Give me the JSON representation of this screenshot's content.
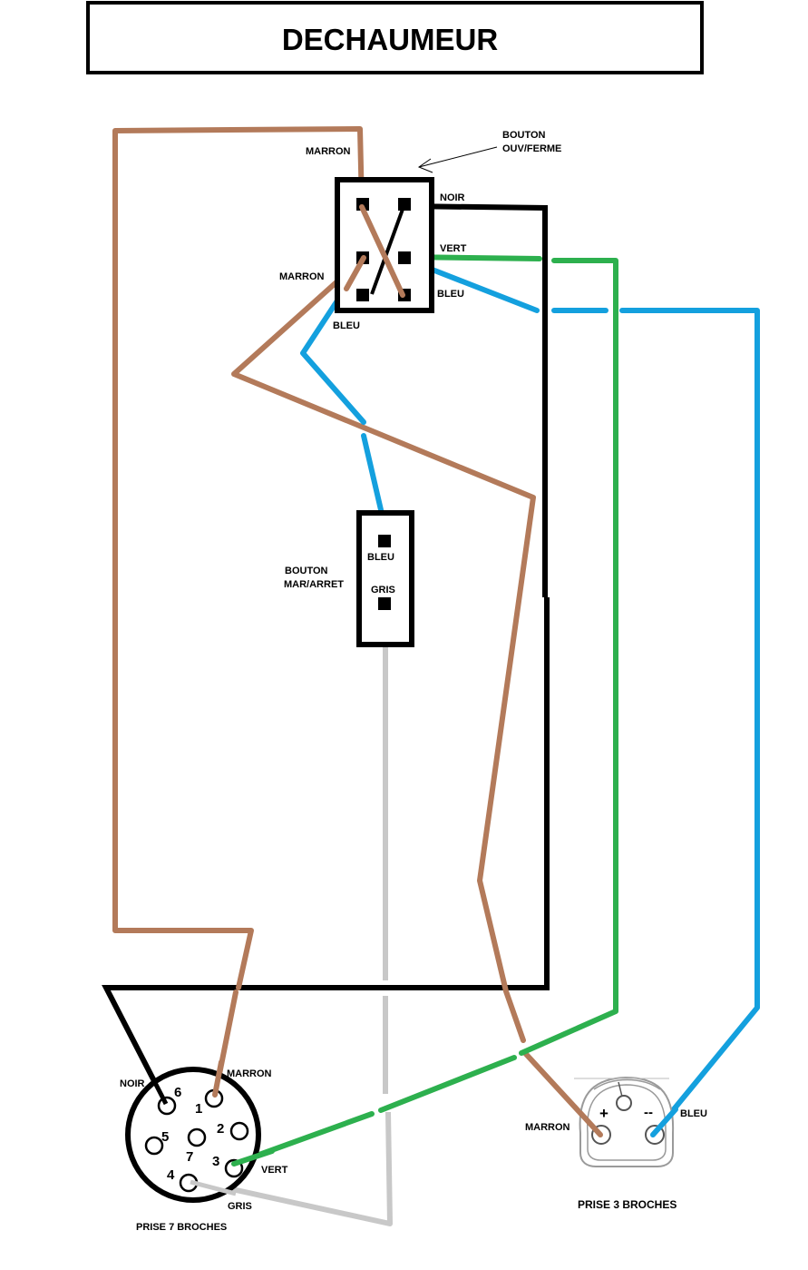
{
  "title": "DECHAUMEUR",
  "colors": {
    "marron": "#b37a5a",
    "noir": "#000000",
    "vert": "#2db04e",
    "bleu": "#14a0de",
    "gris": "#c8c8c8"
  },
  "switch_ouv_ferme": {
    "label_line1": "BOUTON",
    "label_line2": "OUV/FERME",
    "labels": {
      "marron_top": "MARRON",
      "noir": "NOIR",
      "vert": "VERT",
      "marron_left": "MARRON",
      "bleu_right": "BLEU",
      "bleu_bottom": "BLEU"
    }
  },
  "switch_mar_arret": {
    "label_line1": "BOUTON",
    "label_line2": "MAR/ARRET",
    "labels": {
      "bleu": "BLEU",
      "gris": "GRIS"
    }
  },
  "plug_7": {
    "caption": "PRISE 7 BROCHES",
    "pins": [
      "6",
      "1",
      "5",
      "2",
      "7",
      "3",
      "4"
    ],
    "labels": {
      "noir": "NOIR",
      "marron": "MARRON",
      "vert": "VERT",
      "gris": "GRIS"
    }
  },
  "plug_3": {
    "caption": "PRISE 3 BROCHES",
    "plus": "+",
    "minus": "--",
    "labels": {
      "marron": "MARRON",
      "bleu": "BLEU"
    }
  }
}
